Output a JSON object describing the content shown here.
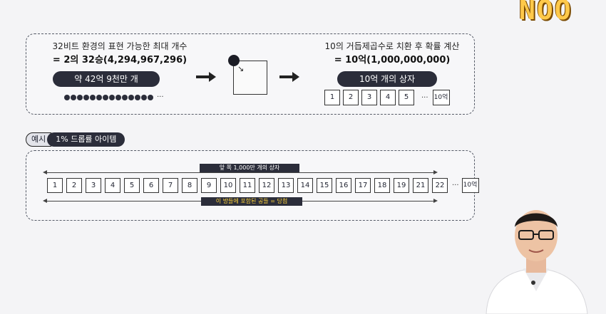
{
  "top_left": {
    "line1": "32비트 환경의 표현 가능한 최대 개수",
    "line2": "= 2의 32승(4,294,967,296)",
    "pill": "약 42억 9천만 개",
    "dots_ellipsis": "···"
  },
  "top_right": {
    "line1": "10의 거듭제곱수로 치환 후 확률 계산",
    "line2": "= 10억(1,000,000,000)",
    "pill": "10억 개의 상자",
    "boxes": [
      "1",
      "2",
      "3",
      "4",
      "5"
    ],
    "ellipsis": "···",
    "last_box": "10억"
  },
  "example": {
    "tag": "예시",
    "title": "1% 드롭률 아이템",
    "top_span_label": "앞 쪽 1,000만 개의 상자",
    "bottom_span_label": "이 방들에 포함된 공들 = 당첨",
    "boxes": [
      "1",
      "2",
      "3",
      "4",
      "5",
      "6",
      "7",
      "8",
      "9",
      "10",
      "11",
      "12",
      "13",
      "14",
      "15",
      "16",
      "17",
      "18",
      "19",
      "21",
      "22"
    ],
    "ellipsis": "···",
    "last_box": "10억"
  },
  "colors": {
    "pill_bg": "#2b2d3a",
    "highlight_text": "#ffd43b",
    "logo": "#ffc94a"
  }
}
